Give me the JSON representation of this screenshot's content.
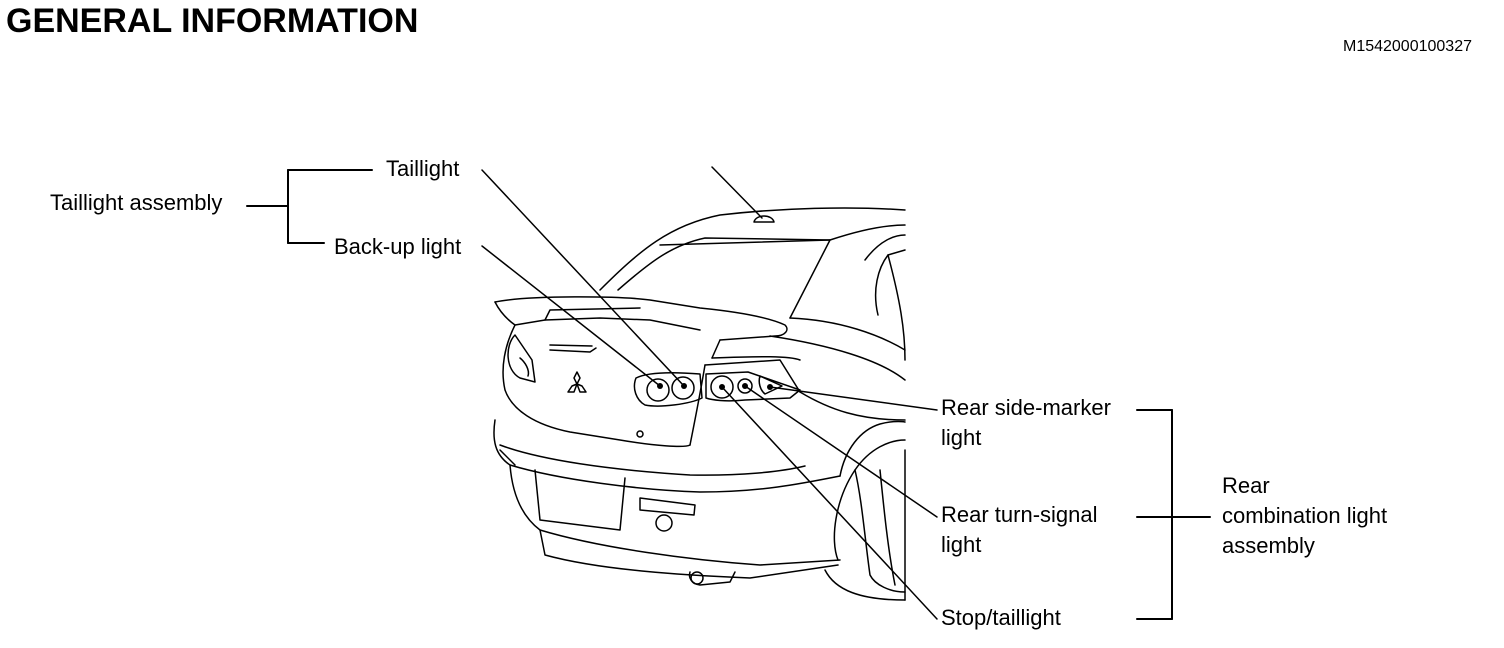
{
  "page": {
    "title": "GENERAL INFORMATION",
    "figure_code": "M1542000100327"
  },
  "labels": {
    "taillight_assembly": "Taillight assembly",
    "taillight": "Taillight",
    "backup_light": "Back-up light",
    "rear_side_marker_light": [
      "Rear side-marker",
      "light"
    ],
    "rear_turn_signal_light": [
      "Rear turn-signal",
      "light"
    ],
    "stop_taillight": "Stop/taillight",
    "rear_combination_light_assembly": [
      "Rear",
      "combination light",
      "assembly"
    ]
  }
}
